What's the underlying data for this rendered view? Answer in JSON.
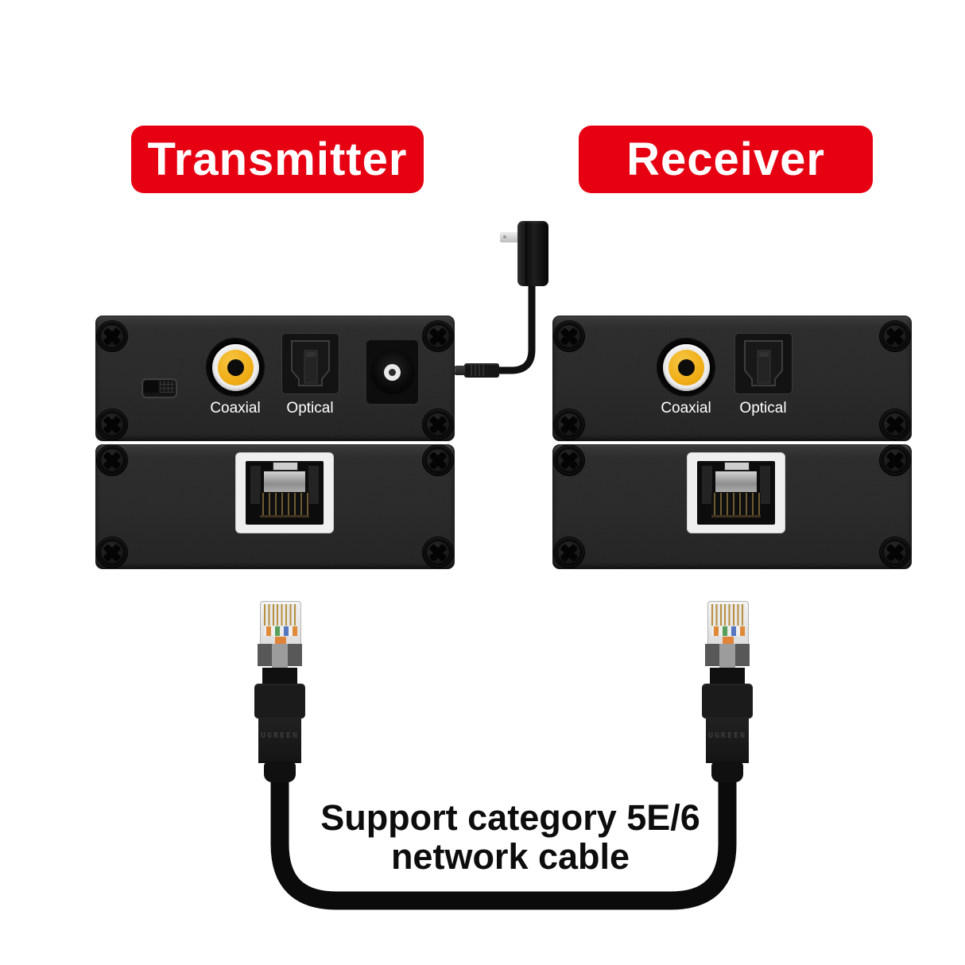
{
  "titles": {
    "transmitter": "Transmitter",
    "receiver": "Receiver"
  },
  "devices": {
    "transmitter": {
      "ports": {
        "coaxial_label": "Coaxial",
        "optical_label": "Optical"
      },
      "has_power_jack": true,
      "has_mode_switch": true
    },
    "receiver": {
      "ports": {
        "coaxial_label": "Coaxial",
        "optical_label": "Optical"
      },
      "has_power_jack": false,
      "has_mode_switch": false
    }
  },
  "cable": {
    "caption_line1": "Support category 5E/6",
    "caption_line2": "network cable",
    "connector_brand": "UGREEN"
  },
  "colors": {
    "accent_red": "#e60012",
    "rca_yellow": "#efac14",
    "device_body": "#2a2a2a",
    "cable_black": "#0b0b0b",
    "label_text": "#ffffff",
    "caption_text": "#0d0d0d"
  }
}
